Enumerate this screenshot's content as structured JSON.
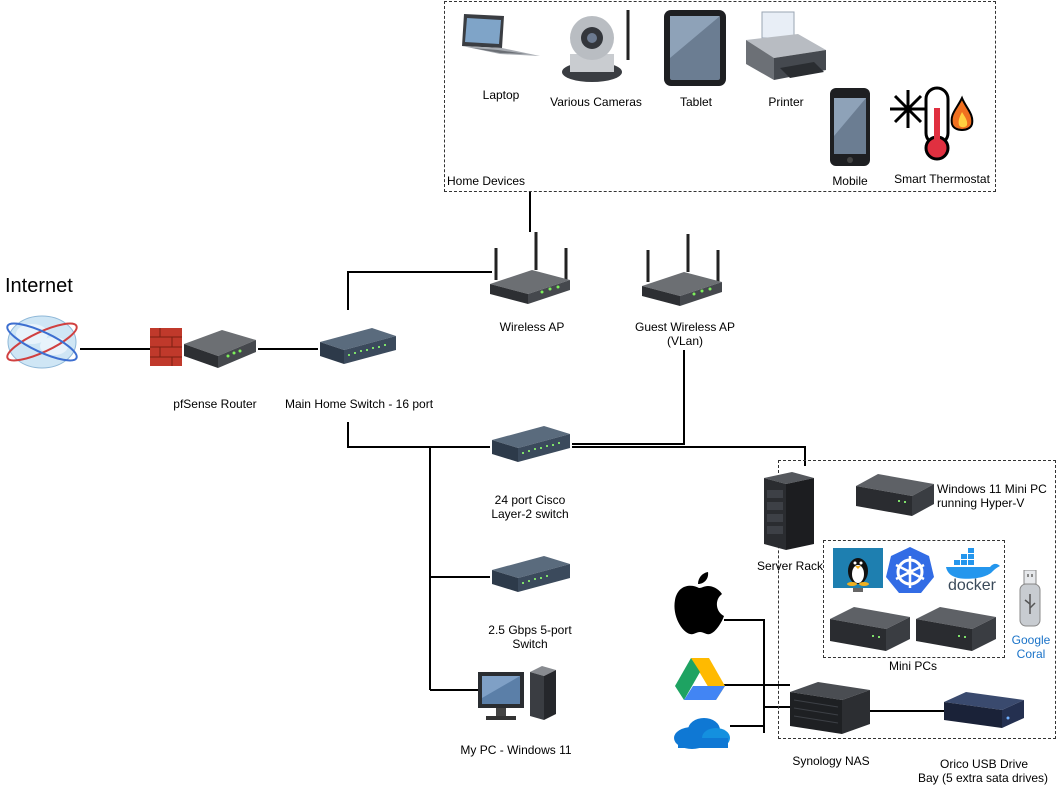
{
  "title": "Internet",
  "groups": {
    "home_devices": "Home Devices",
    "mini_pcs": "Mini PCs"
  },
  "devices": {
    "laptop": "Laptop",
    "cameras": "Various Cameras",
    "tablet": "Tablet",
    "printer": "Printer",
    "mobile": "Mobile",
    "thermostat": "Smart Thermostat",
    "wireless_ap": "Wireless AP",
    "guest_ap_line1": "Guest Wireless AP",
    "guest_ap_line2": "(VLan)",
    "router": "pfSense Router",
    "main_switch": "Main Home Switch - 16 port",
    "cisco_line1": "24 port Cisco",
    "cisco_line2": "Layer-2 switch",
    "switch25_line1": "2.5 Gbps 5-port",
    "switch25_line2": "Switch",
    "my_pc": "My PC - Windows 11",
    "server_rack": "Server Rack",
    "win11_line1": "Windows 11 Mini PC",
    "win11_line2": "running Hyper-V",
    "google_coral_line1": "Google",
    "google_coral_line2": "Coral",
    "docker_text": "docker",
    "synology": "Synology NAS",
    "orico_line1": "Orico USB Drive",
    "orico_line2": "Bay (5 extra sata drives)"
  },
  "colors": {
    "switch_body": "#2d3a4a",
    "router_red": "#c0392b",
    "linux_bg": "#1e7fb0",
    "kubernetes": "#326ce5",
    "docker": "#2496ed",
    "gdrive_green": "#1ea362",
    "gdrive_yellow": "#ffba00",
    "gdrive_blue": "#4285f4",
    "onedrive": "#0f78d4",
    "coral_text": "#1a73c8"
  }
}
